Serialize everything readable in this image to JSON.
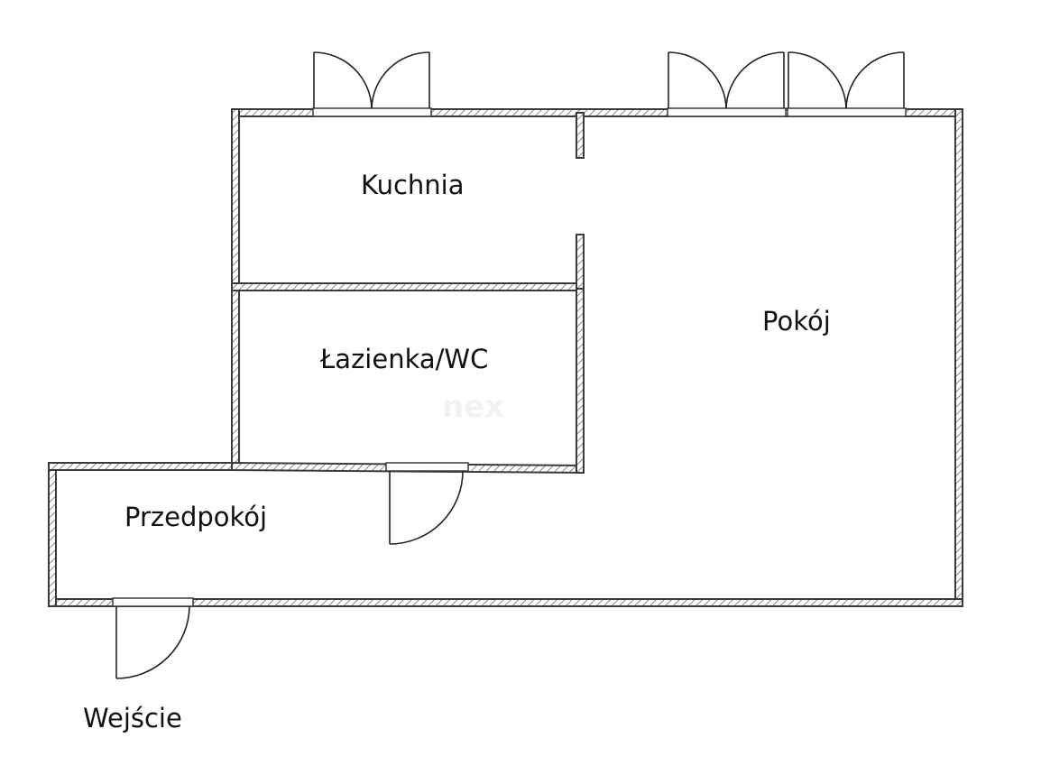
{
  "plan": {
    "rooms": {
      "kitchen": "Kuchnia",
      "living_room": "Pokój",
      "bathroom": "Łazienka/WC",
      "hallway": "Przedpokój",
      "entrance": "Wejście"
    },
    "colors": {
      "wall_outline": "#3a3a3a",
      "wall_hatch": "#8a8a8a",
      "text": "#111111",
      "background": "#ffffff"
    }
  }
}
